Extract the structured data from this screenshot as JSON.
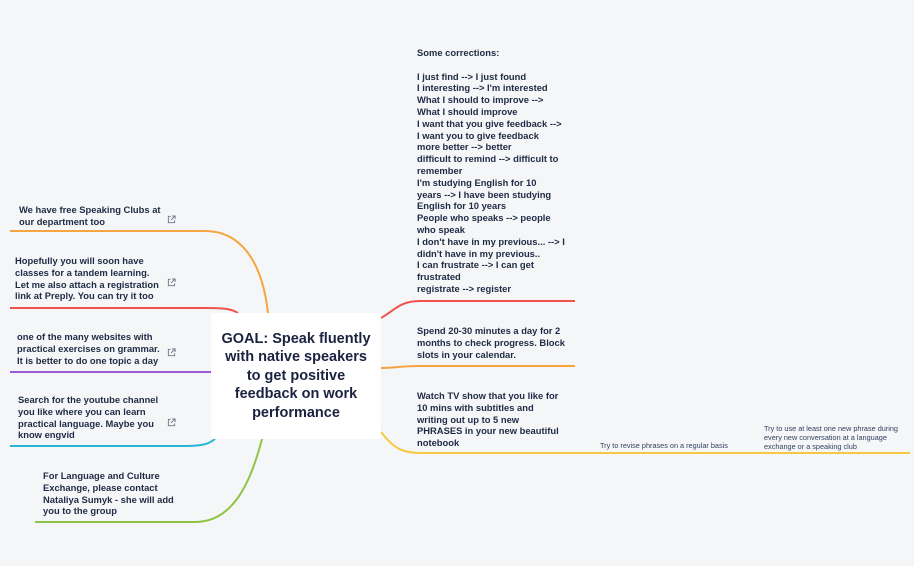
{
  "central": {
    "title": "GOAL: Speak fluently with native speakers to get positive feedback on work performance"
  },
  "right": {
    "corrections": "Some corrections:\n\nI just find --> I just found\nI interesting --> I'm interested\nWhat I should to improve -->\nWhat I should improve\nI want that you give feedback -->\nI want you to give feedback\nmore better --> better\ndifficult to remind --> difficult to\nremember\nI'm studying English for 10\nyears --> I have been studying\nEnglish for 10 years\nPeople who speaks --> people\nwho speak\nI don't have in my previous... --> I\ndidn't have in my previous..\nI can frustrate --> I can get\nfrustrated\nregistrate --> register",
    "spend": "Spend 20-30 minutes a day for 2\nmonths to check progress. Block\nslots in your calendar.",
    "watch": "Watch TV show that you like for\n10 mins with subtitles and\nwriting out up to 5 new\nPHRASES in your new beautiful\nnotebook",
    "revise": "Try to revise phrases on a regular basis",
    "use_phrase": "Try to use at least one new phrase during\nevery new conversation at a language\nexchange or a speaking club"
  },
  "left": {
    "clubs": "We have free Speaking Clubs at\nour department too",
    "tandem": "Hopefully you will soon have\nclasses for a tandem learning.\nLet me also attach a registration\nlink at Preply. You can try it too",
    "websites": "one of the many websites with\npractical exercises on grammar.\nIt is better to do one topic a day",
    "youtube": "Search for the youtube channel\nyou like where you can learn\npractical language. Maybe you\nknow engvid",
    "exchange": "For Language and Culture\nExchange, please contact\nNataliya Sumyk - she will add\nyou to the group"
  },
  "colors": {
    "background": "#f5f6f8",
    "red": "#ef5350",
    "orange": "#f7a541",
    "yellow": "#f7c842",
    "purple": "#9c5ad8",
    "teal": "#29b6d6",
    "green": "#8ec443"
  },
  "icons": [
    "external-link-icon"
  ]
}
